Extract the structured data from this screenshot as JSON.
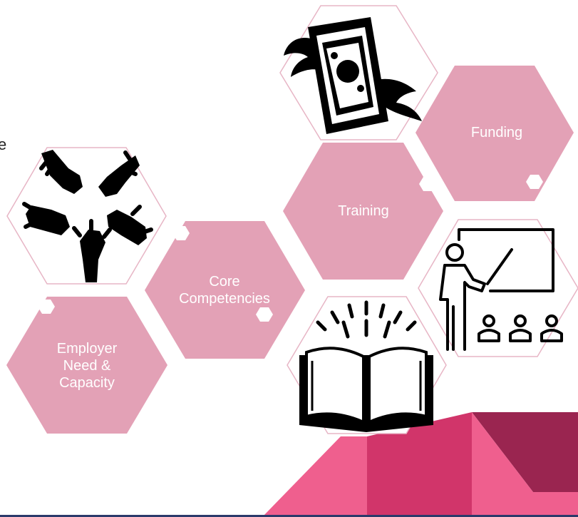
{
  "hexagons": {
    "funding": {
      "label": "Funding"
    },
    "training": {
      "label": "Training"
    },
    "core": {
      "line1": "Core",
      "line2": "Competencies"
    },
    "employer": {
      "line1": "Employer",
      "line2": "Need &",
      "line3": "Capacity"
    }
  },
  "icons": {
    "money": "flying-money-icon",
    "hands": "hands-circle-icon",
    "teacher": "teacher-presentation-icon",
    "book": "open-book-icon"
  },
  "colors": {
    "hex_fill": "#e3a1b6",
    "hex_outline": "#e7b5c5",
    "accent_light": "#ef5f8e",
    "accent_mid": "#d1356a",
    "accent_dark": "#9a2550"
  },
  "partial_text": "e"
}
